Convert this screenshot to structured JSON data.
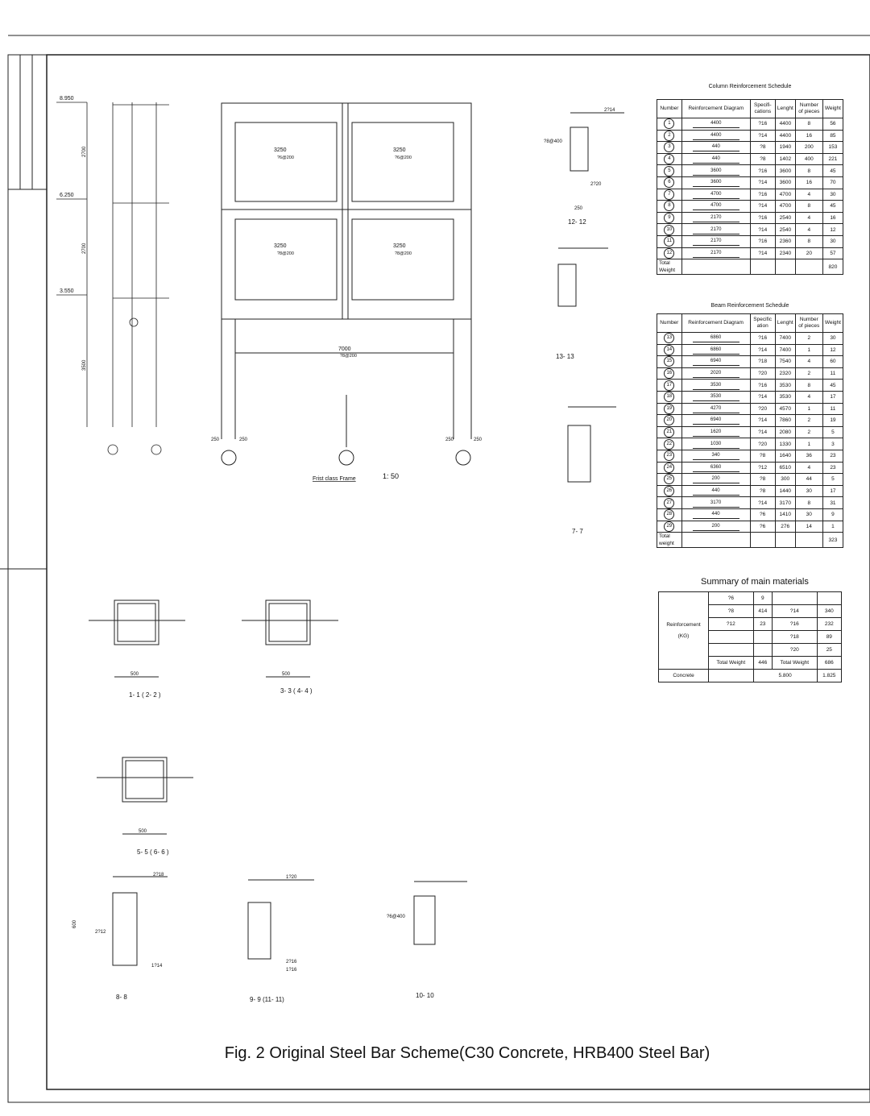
{
  "frame": {
    "title": "Frist class Frame",
    "scale": "1: 50",
    "elevations": [
      "8.950",
      "6.250",
      "3.550"
    ],
    "story_heights": [
      "2700",
      "2700",
      "3500"
    ],
    "beam_spans": [
      "3250",
      "3250",
      "3250",
      "3250",
      "7000"
    ],
    "beam_stirrups": [
      "?6@200",
      "?6@200",
      "?8@200",
      "?8@200",
      "?8@200"
    ],
    "col_widths": [
      "250",
      "250",
      "250",
      "250"
    ]
  },
  "column_schedule": {
    "title": "Column Reinforcement Schedule",
    "headers": [
      "Number",
      "Reinforcement Diagram",
      "Specifi-cations",
      "Lenght",
      "Number of pieces",
      "Weight"
    ],
    "rows": [
      [
        "1",
        "4400",
        "?16",
        "4400",
        "8",
        "56"
      ],
      [
        "2",
        "4400",
        "?14",
        "4400",
        "16",
        "85"
      ],
      [
        "3",
        "440",
        "?8",
        "1940",
        "200",
        "153"
      ],
      [
        "4",
        "440",
        "?8",
        "1402",
        "400",
        "221"
      ],
      [
        "5",
        "3600",
        "?16",
        "3600",
        "8",
        "45"
      ],
      [
        "6",
        "3600",
        "?14",
        "3600",
        "16",
        "70"
      ],
      [
        "7",
        "4700",
        "?16",
        "4700",
        "4",
        "30"
      ],
      [
        "8",
        "4700",
        "?14",
        "4700",
        "8",
        "45"
      ],
      [
        "9",
        "2170",
        "?16",
        "2540",
        "4",
        "16"
      ],
      [
        "10",
        "2170",
        "?14",
        "2540",
        "4",
        "12"
      ],
      [
        "11",
        "2170",
        "?16",
        "2360",
        "8",
        "30"
      ],
      [
        "12",
        "2170",
        "?14",
        "2340",
        "20",
        "57"
      ]
    ],
    "total_label": "Total Weight",
    "total": "820"
  },
  "beam_schedule": {
    "title": "Beam Reinforcement Schedule",
    "headers": [
      "Number",
      "Reinforcement Diagram",
      "Specific ation",
      "Lenght",
      "Number of pieces",
      "Weight"
    ],
    "rows": [
      [
        "13",
        "6860",
        "?16",
        "7400",
        "2",
        "30"
      ],
      [
        "14",
        "6860",
        "?14",
        "7400",
        "1",
        "12"
      ],
      [
        "15",
        "6940",
        "?18",
        "7540",
        "4",
        "60"
      ],
      [
        "16",
        "2020",
        "?20",
        "2320",
        "2",
        "11"
      ],
      [
        "17",
        "3530",
        "?16",
        "3530",
        "8",
        "45"
      ],
      [
        "18",
        "3530",
        "?14",
        "3530",
        "4",
        "17"
      ],
      [
        "19",
        "4270",
        "?20",
        "4570",
        "1",
        "11"
      ],
      [
        "20",
        "6940",
        "?14",
        "7860",
        "2",
        "19"
      ],
      [
        "21",
        "1620",
        "?14",
        "2080",
        "2",
        "5"
      ],
      [
        "22",
        "1030",
        "?20",
        "1330",
        "1",
        "3"
      ],
      [
        "23",
        "340",
        "?8",
        "1640",
        "36",
        "23"
      ],
      [
        "24",
        "6360",
        "?12",
        "6510",
        "4",
        "23"
      ],
      [
        "25",
        "200",
        "?8",
        "300",
        "44",
        "5"
      ],
      [
        "26",
        "440",
        "?8",
        "1440",
        "30",
        "17"
      ],
      [
        "27",
        "3170",
        "?14",
        "3170",
        "8",
        "31"
      ],
      [
        "28",
        "440",
        "?6",
        "1410",
        "30",
        "9"
      ],
      [
        "29",
        "200",
        "?6",
        "276",
        "14",
        "1"
      ]
    ],
    "total_label": "Total weight",
    "total": "323"
  },
  "summary": {
    "title": "Summary of main materials",
    "reinf_label": "Reinforcement",
    "unit": "(KG)",
    "rows": [
      [
        "?6",
        "9",
        "",
        ""
      ],
      [
        "?8",
        "414",
        "?14",
        "340"
      ],
      [
        "?12",
        "23",
        "?16",
        "232"
      ],
      [
        "",
        "",
        "?18",
        "89"
      ],
      [
        "",
        "",
        "?20",
        "25"
      ],
      [
        "Total Weight",
        "446",
        "Total Weight",
        "686"
      ]
    ],
    "concrete_label": "Concrete",
    "concrete_vals": [
      "5.800",
      "1.825"
    ]
  },
  "sections": {
    "col_labels": [
      "1- 1  ( 2- 2 )",
      "3- 3  ( 4- 4 )",
      "5- 5  ( 6- 6 )"
    ],
    "beam_labels": [
      "12- 12",
      "13- 13",
      "7- 7",
      "8- 8",
      "9- 9  (11- 11)",
      "10- 10"
    ],
    "dims": [
      "500",
      "500",
      "500",
      "250",
      "600"
    ],
    "notes": [
      "2?14",
      "2?16",
      "2?18",
      "1?20",
      "?8@400",
      "?6@400",
      "2?12",
      "1?14",
      "1?16",
      "2?20"
    ]
  },
  "caption": "Fig. 2 Original Steel Bar Scheme(C30 Concrete, HRB400 Steel Bar)"
}
